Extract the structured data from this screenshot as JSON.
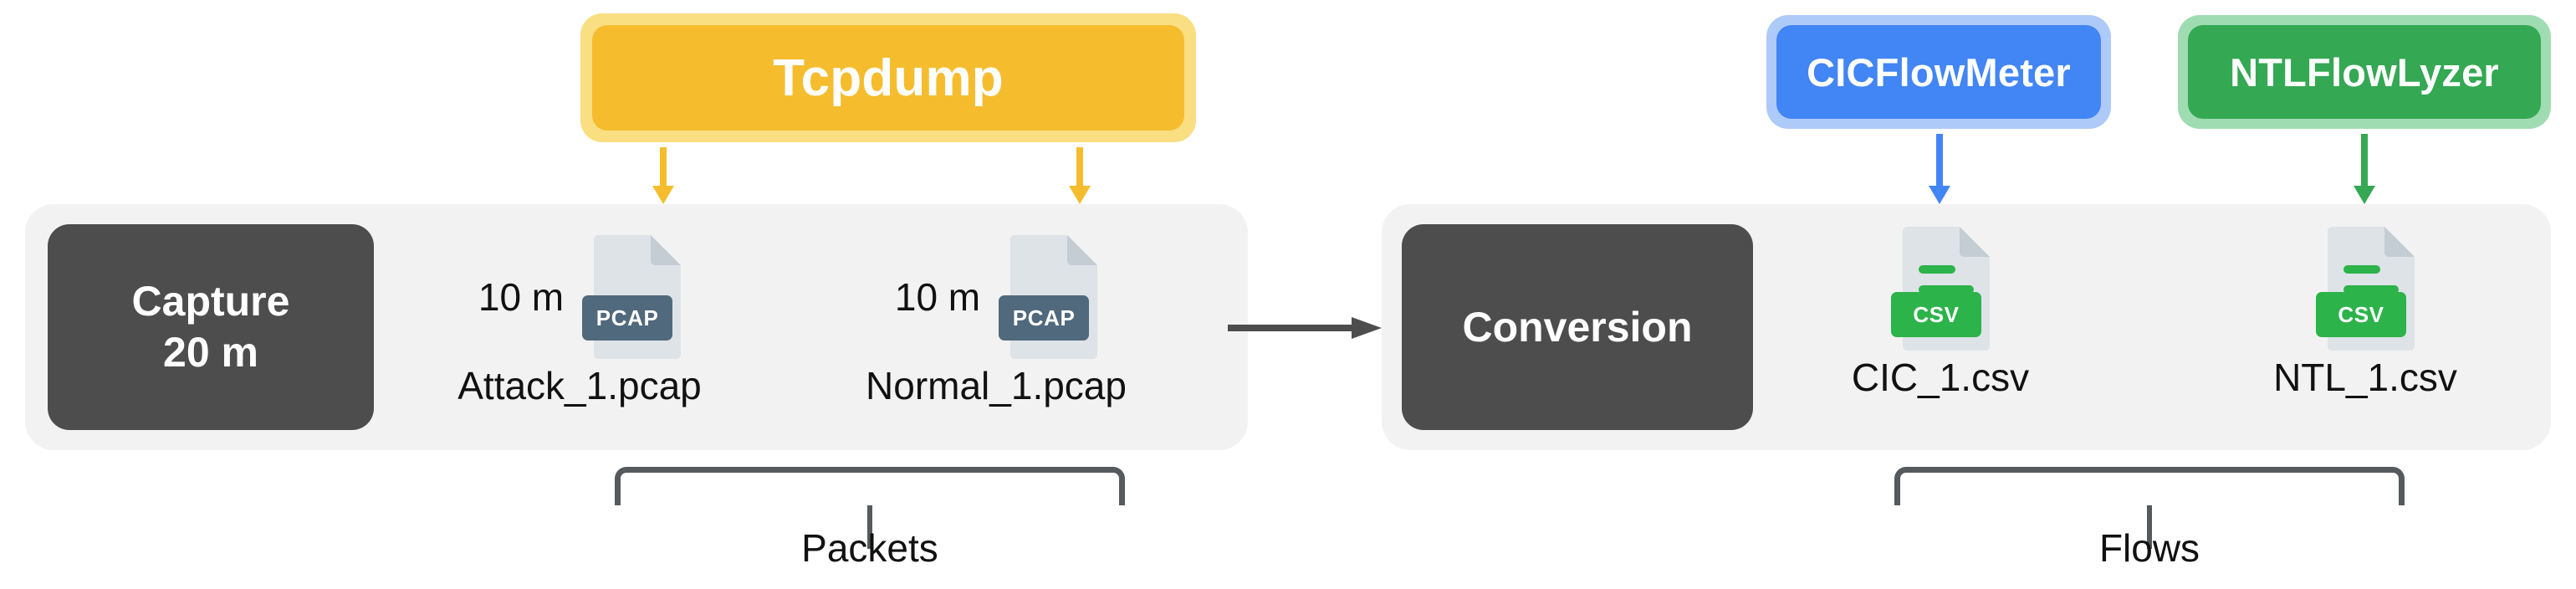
{
  "diagram": {
    "title": "Network traffic capture and flow-conversion pipeline",
    "colors": {
      "panel_bg": "#F2F2F2",
      "stage_box": "#4D4D4D",
      "tcpdump_fill": "#F5BD2E",
      "tcpdump_glow": "#FADF82",
      "cicflowmeter_fill": "#4285F4",
      "cicflowmeter_glow": "#AECAF8",
      "ntlflowlyzer_fill": "#34A853",
      "ntlflowlyzer_glow": "#9FDCB2",
      "pcap_badge": "#50697C",
      "csv_badge": "#2CB34A",
      "arrow_gray": "#4D4D4D",
      "brace_gray": "#555A5E"
    },
    "tools": [
      {
        "id": "tcpdump",
        "label": "Tcpdump"
      },
      {
        "id": "cicflowmeter",
        "label": "CICFlowMeter"
      },
      {
        "id": "ntlflowlyzer",
        "label": "NTLFlowLyzer"
      }
    ],
    "stages": [
      {
        "id": "capture",
        "line1": "Capture",
        "line2": "20 m"
      },
      {
        "id": "conversion",
        "line1": "Conversion",
        "line2": ""
      }
    ],
    "capture_panel": {
      "files": [
        {
          "duration": "10 m",
          "type": "PCAP",
          "name": "Attack_1.pcap"
        },
        {
          "duration": "10 m",
          "type": "PCAP",
          "name": "Normal_1.pcap"
        }
      ]
    },
    "conversion_panel": {
      "files": [
        {
          "duration": "",
          "type": "CSV",
          "name": "CIC_1.csv"
        },
        {
          "duration": "",
          "type": "CSV",
          "name": "NTL_1.csv"
        }
      ]
    },
    "braces": [
      {
        "id": "packets",
        "label": "Packets"
      },
      {
        "id": "flows",
        "label": "Flows"
      }
    ]
  }
}
